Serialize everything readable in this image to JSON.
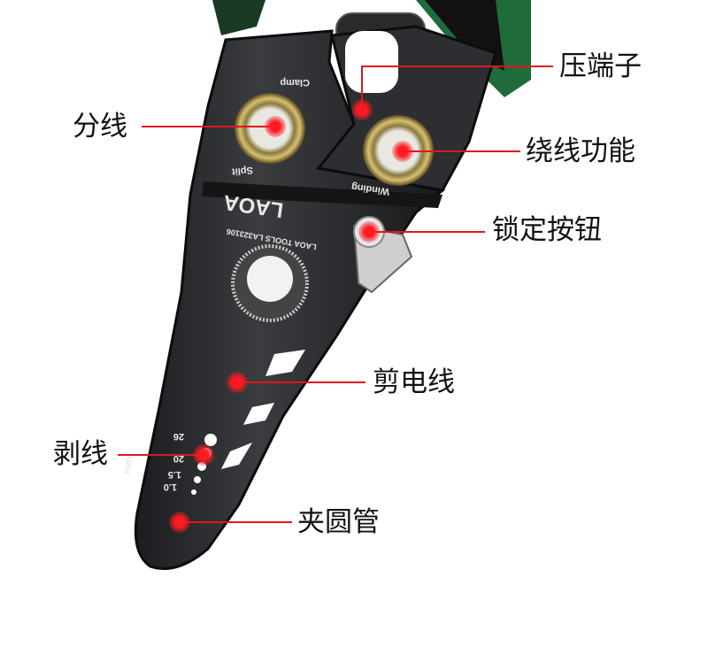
{
  "callouts": [
    {
      "id": "crimp",
      "label": "压端子"
    },
    {
      "id": "split",
      "label": "分线"
    },
    {
      "id": "winding",
      "label": "绕线功能"
    },
    {
      "id": "lock",
      "label": "锁定按钮"
    },
    {
      "id": "cut",
      "label": "剪电线"
    },
    {
      "id": "strip",
      "label": "剥线"
    },
    {
      "id": "pipe",
      "label": "夹圆管"
    }
  ],
  "tool_markings": {
    "clamp": "Clamp",
    "split": "Split",
    "winding": "Winding",
    "brand": "LAOA",
    "model": "LAOA TOOLS LA323106",
    "unit": "mm",
    "sizes": [
      "26",
      "20",
      "1.5",
      "1.0"
    ]
  },
  "colors": {
    "accent": "#e0161e",
    "handle": "#1f6b3a",
    "body": "#2b2d30"
  }
}
